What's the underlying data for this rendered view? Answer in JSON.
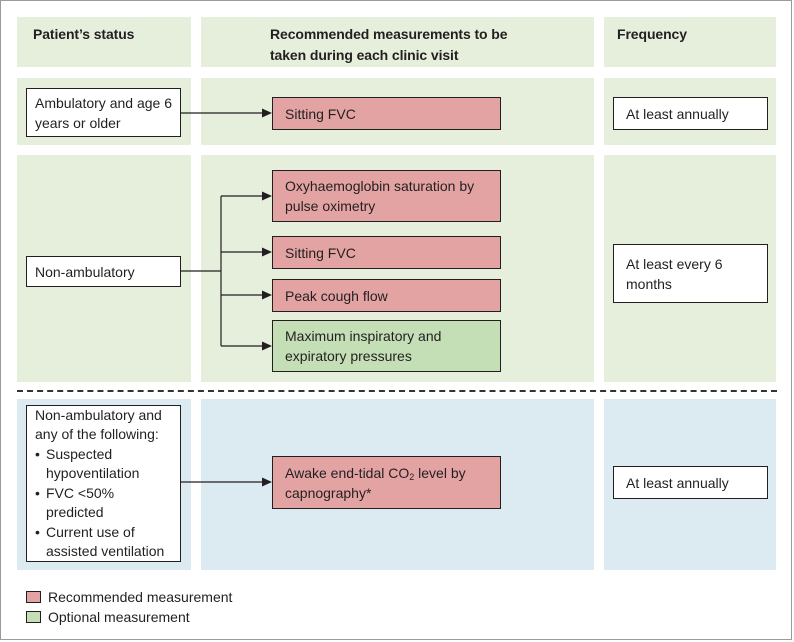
{
  "headers": {
    "status": "Patient’s status",
    "measurements": "Recommended measurements to be taken during each clinic visit",
    "frequency": "Frequency"
  },
  "rows": {
    "ambulatory": {
      "status": "Ambulatory and age 6 years or older",
      "measurement": "Sitting FVC",
      "frequency": "At least annually"
    },
    "non_ambulatory": {
      "status": "Non-ambulatory",
      "measurements": [
        "Oxyhaemoglobin saturation by pulse oximetry",
        "Sitting FVC",
        "Peak cough flow",
        "Maximum inspiratory and expiratory pressures"
      ],
      "frequency": "At least every 6 months"
    },
    "non_ambulatory_plus": {
      "status_intro": "Non-ambulatory and any of the following:",
      "conditions": [
        "Suspected hypoventilation",
        "FVC <50% predicted",
        "Current use of assisted ventilation"
      ],
      "measurement_pre": "Awake end-tidal CO",
      "measurement_sub": "2",
      "measurement_post": " level by capnography*",
      "frequency": "At least annually"
    }
  },
  "legend": {
    "recommended": "Recommended measurement",
    "optional": "Optional measurement"
  },
  "colors": {
    "recommended": "#e3a3a3",
    "optional": "#c4dfb5",
    "panel_green": "#e6efdc",
    "panel_blue": "#dcebf1"
  }
}
